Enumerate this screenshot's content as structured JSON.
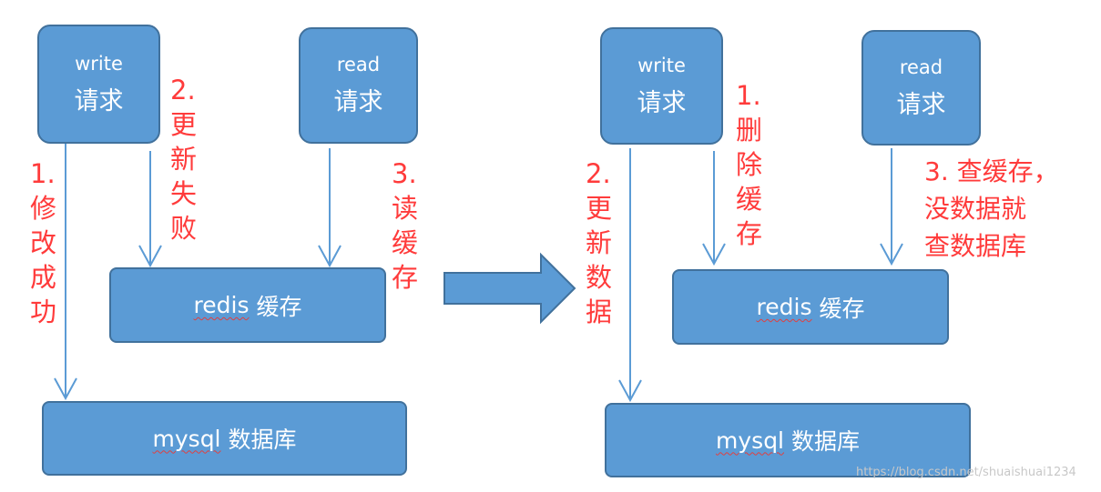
{
  "left": {
    "write": {
      "line1": "write",
      "line2": "请求"
    },
    "read": {
      "line1": "read",
      "line2": "请求"
    },
    "redis": {
      "word": "redis",
      "rest": " 缓存"
    },
    "mysql": {
      "word": "mysql",
      "rest": " 数据库"
    },
    "step1": {
      "num": "1.",
      "text": "修改成功"
    },
    "step2": {
      "num": "2.",
      "text": "更新失败"
    },
    "step3": {
      "num": "3.",
      "text": "读缓存"
    }
  },
  "right": {
    "write": {
      "line1": "write",
      "line2": "请求"
    },
    "read": {
      "line1": "read",
      "line2": "请求"
    },
    "redis": {
      "word": "redis",
      "rest": " 缓存"
    },
    "mysql": {
      "word": "mysql",
      "rest": " 数据库"
    },
    "step1": {
      "num": "1.",
      "text": "删除缓存"
    },
    "step2": {
      "num": "2.",
      "text": "更新数据"
    },
    "step3": {
      "line1": "3. 查缓存，",
      "line2": "没数据就",
      "line3": "查数据库"
    }
  },
  "watermark": "https://blog.csdn.net/shuaishuai1234",
  "colors": {
    "box_fill": "#5b9bd5",
    "box_border": "#41719c",
    "label_red": "#ff3b3b",
    "arrow": "#5b9bd5"
  }
}
